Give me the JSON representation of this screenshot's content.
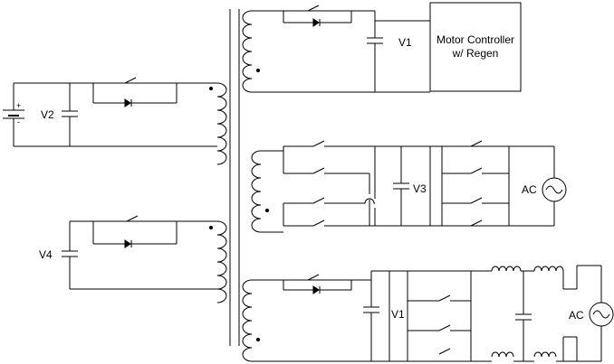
{
  "labels": {
    "v1_top": "V1",
    "v2": "V2",
    "v3": "V3",
    "v4": "V4",
    "v1_bottom": "V1",
    "ac_middle": "AC",
    "ac_bottom": "AC",
    "plus": "+",
    "minus": "-"
  },
  "motor_controller": {
    "line1": "Motor Controller",
    "line2": "w/ Regen"
  }
}
